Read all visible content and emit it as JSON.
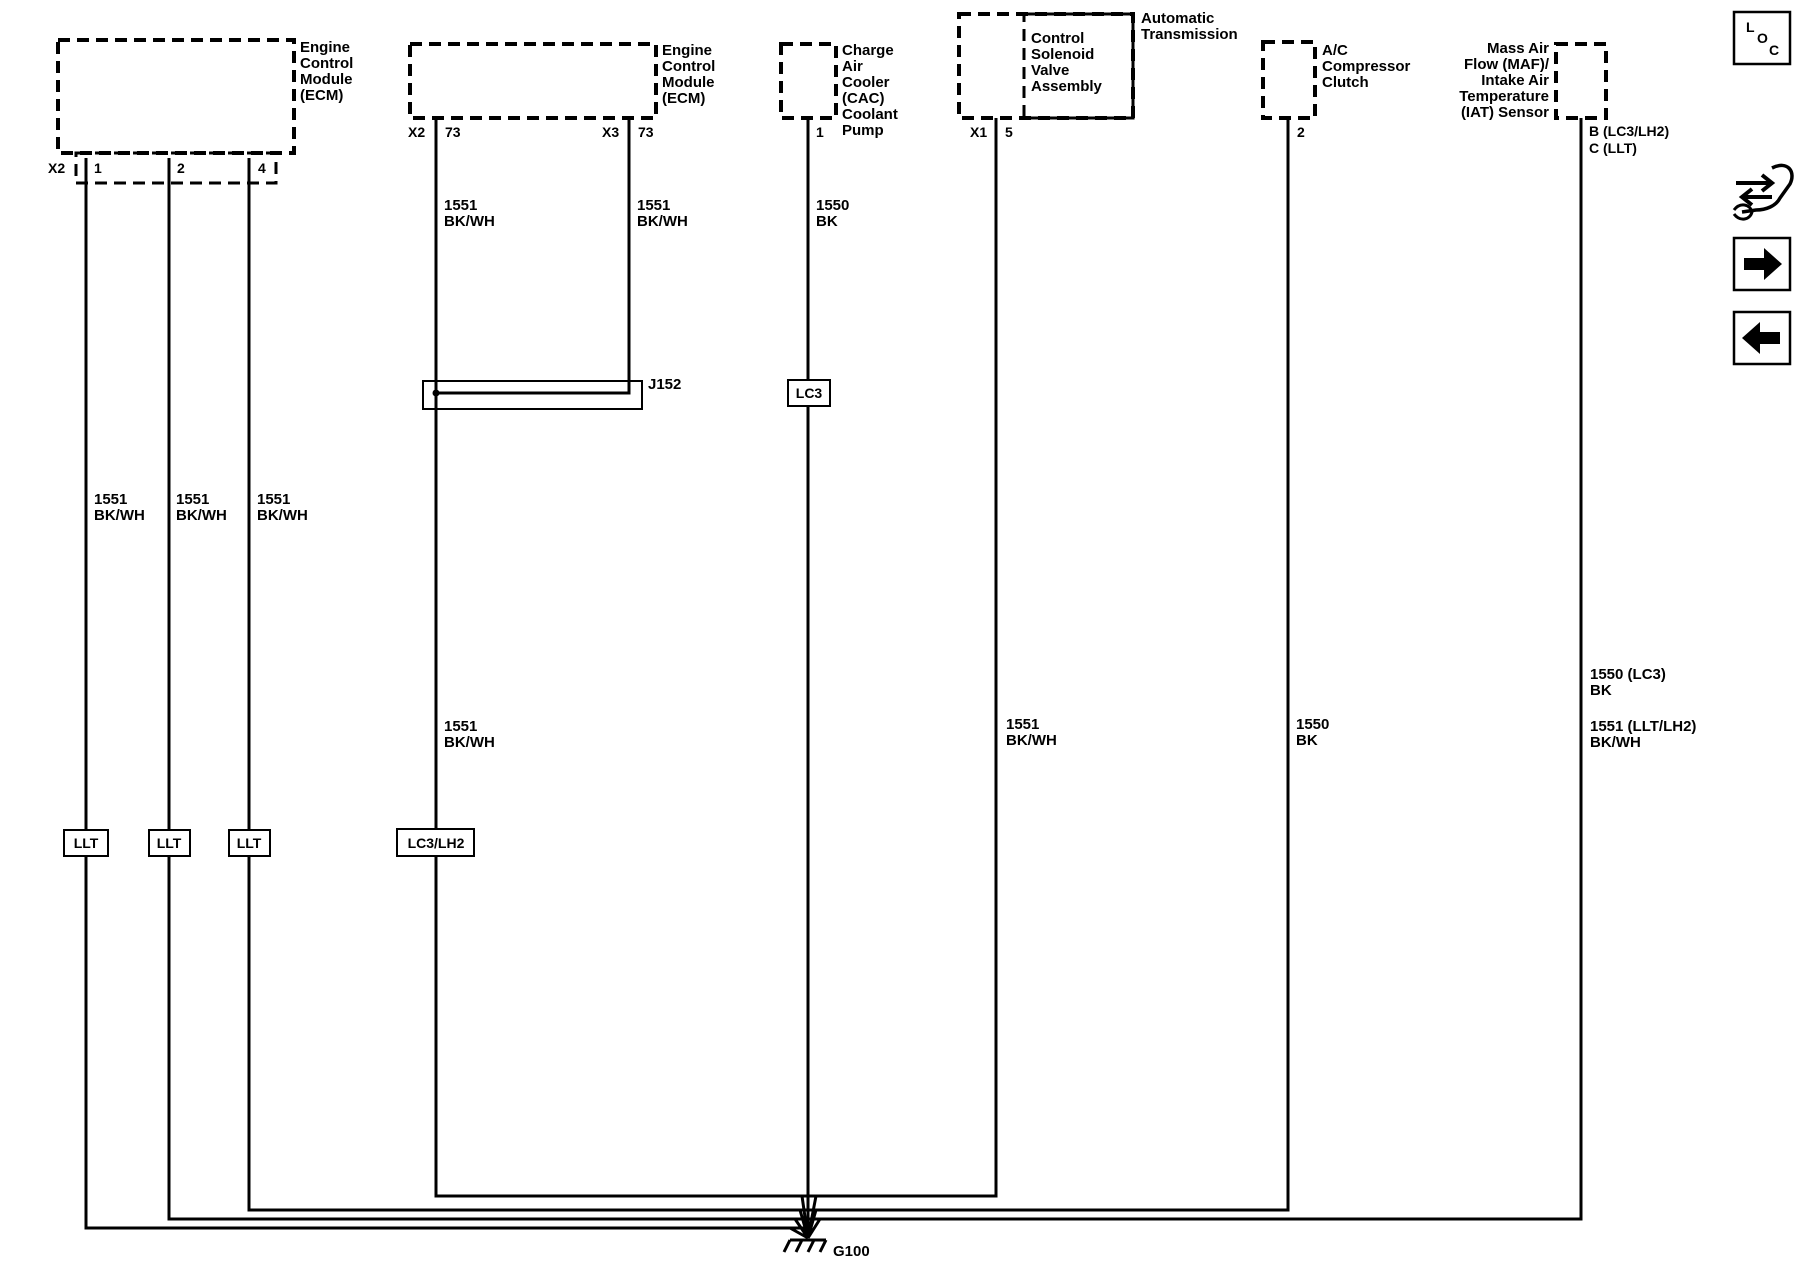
{
  "components": {
    "ecm_left": [
      "Engine",
      "Control",
      "Module",
      "(ECM)"
    ],
    "ecm_mid": [
      "Engine",
      "Control",
      "Module",
      "(ECM)"
    ],
    "cac_pump": [
      "Charge",
      "Air",
      "Cooler",
      "(CAC)",
      "Coolant",
      "Pump"
    ],
    "solenoid": [
      "Control",
      "Solenoid",
      "Valve",
      "Assembly"
    ],
    "auto_trans": [
      "Automatic",
      "Transmission"
    ],
    "ac_clutch": [
      "A/C",
      "Compressor",
      "Clutch"
    ],
    "maf_sensor": [
      "Mass Air",
      "Flow (MAF)/",
      "Intake Air",
      "Temperature",
      "(IAT) Sensor"
    ]
  },
  "connectors": {
    "ecm_left_conn": "X2",
    "ecm_left_pins": [
      "1",
      "2",
      "4"
    ],
    "ecm_mid_conn_a": "X2",
    "ecm_mid_pin_a": "73",
    "ecm_mid_conn_b": "X3",
    "ecm_mid_pin_b": "73",
    "cac_pin": "1",
    "solenoid_conn": "X1",
    "solenoid_pin": "5",
    "ac_pin": "2",
    "maf_pins": [
      "B (LC3/LH2)",
      "C (LLT)"
    ]
  },
  "wires": {
    "w1": [
      "1551",
      "BK/WH"
    ],
    "w2": [
      "1551",
      "BK/WH"
    ],
    "w3": [
      "1551",
      "BK/WH"
    ],
    "w_mid_top_a": [
      "1551",
      "BK/WH"
    ],
    "w_mid_top_b": [
      "1551",
      "BK/WH"
    ],
    "w_mid_bottom": [
      "1551",
      "BK/WH"
    ],
    "w_cac": [
      "1550",
      "BK"
    ],
    "w_solenoid": [
      "1551",
      "BK/WH"
    ],
    "w_ac": [
      "1550",
      "BK"
    ],
    "w_maf": [
      "1550 (LC3)",
      "BK",
      "1551 (LLT/LH2)",
      "BK/WH"
    ]
  },
  "splice": "J152",
  "option_tags": {
    "w1": "LLT",
    "w2": "LLT",
    "w3": "LLT",
    "mid": "LC3/LH2",
    "cac": "LC3"
  },
  "ground": "G100",
  "nav": {
    "loc_icon": [
      "L",
      "O",
      "C"
    ],
    "icons": [
      "connector-wrench-icon",
      "arrow-right-icon",
      "arrow-left-icon"
    ]
  }
}
